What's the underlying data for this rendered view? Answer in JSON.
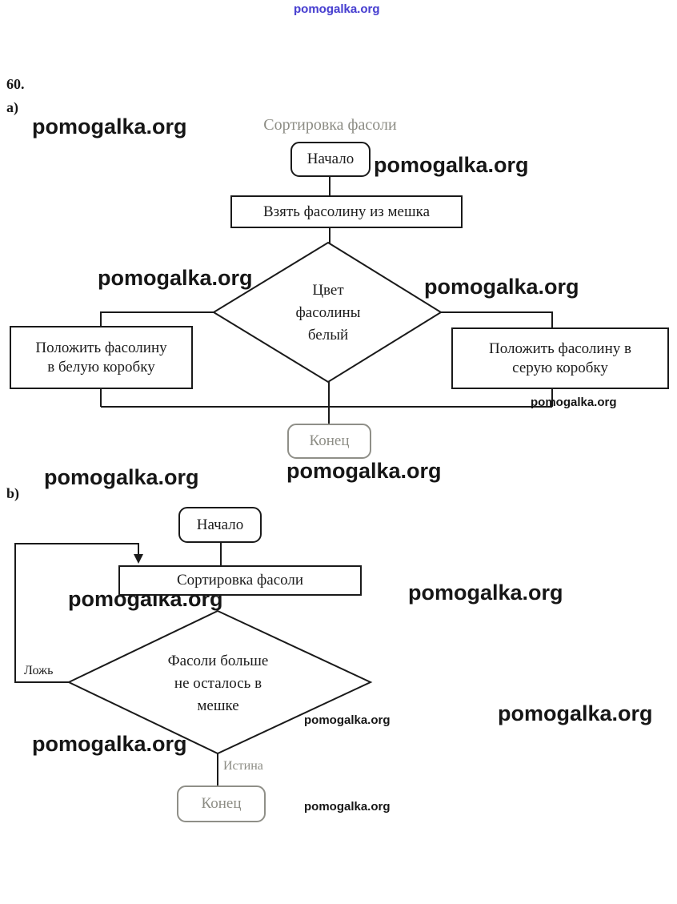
{
  "page": {
    "problem_number": "60.",
    "part_a_label": "а)",
    "part_b_label": "b)"
  },
  "watermark": {
    "text": "pomogalka.org",
    "top_color": "#4a42cf",
    "body_color": "#161616"
  },
  "chart_a": {
    "title": "Сортировка фасоли",
    "start_label": "Начало",
    "step1_label": "Взять фасолину из мешка",
    "decision_lines": [
      "Цвет",
      "фасолины",
      "белый"
    ],
    "left_action_lines": [
      "Положить фасолину",
      "в белую коробку"
    ],
    "right_action_lines": [
      "Положить фасолину в",
      "серую коробку"
    ],
    "end_label": "Конец"
  },
  "chart_b": {
    "start_label": "Начало",
    "step1_label": "Сортировка фасоли",
    "decision_lines": [
      "Фасоли больше",
      "не осталось в",
      "мешке"
    ],
    "false_label": "Ложь",
    "true_label": "Истина",
    "end_label": "Конец"
  }
}
